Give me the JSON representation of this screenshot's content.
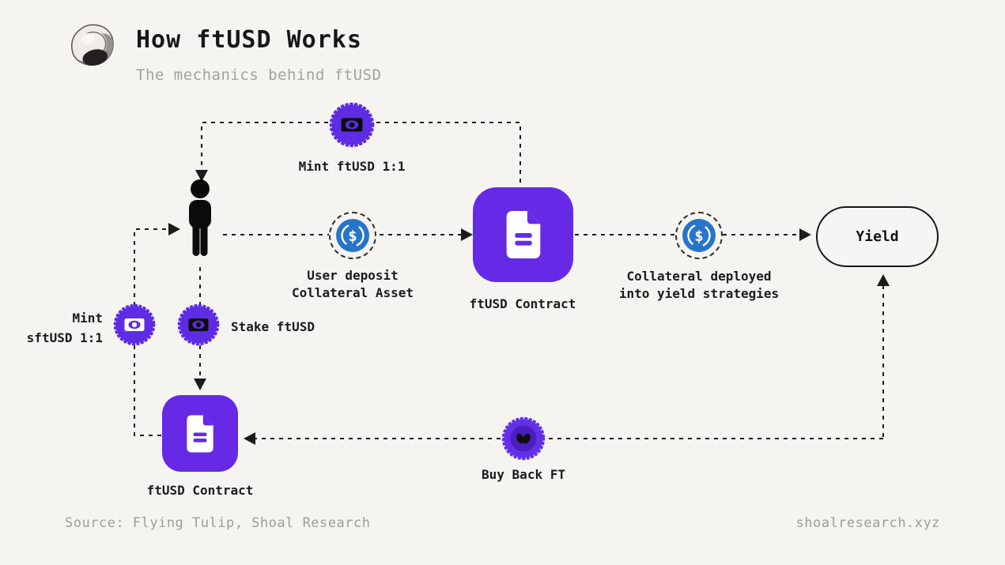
{
  "header": {
    "title": "How ftUSD Works",
    "subtitle": "The mechanics behind ftUSD",
    "logo": "shell-logo"
  },
  "footer": {
    "source": "Source: Flying Tulip, Shoal Research",
    "website": "shoalresearch.xyz"
  },
  "colors": {
    "background": "#f5f4f1",
    "contract_purple": "#662ae6",
    "stamp_purple": "#5e2ce2",
    "buyback_inner_purple": "#4a1ec0",
    "usdc_blue": "#2775ca",
    "line_black": "#1b1b1b",
    "label_black": "#1c1b1a",
    "muted_gray": "#9e9c97"
  },
  "nodes": {
    "mint_ftusd": {
      "label": "Mint ftUSD 1:1",
      "icon": "banknote-icon"
    },
    "user": {
      "icon": "person-icon"
    },
    "user_deposit": {
      "line1": "User deposit",
      "line2": "Collateral Asset",
      "icon": "usdc-coin-icon"
    },
    "ftusd_contract_top": {
      "label": "ftUSD Contract",
      "icon": "document-icon"
    },
    "collateral_deployed": {
      "line1": "Collateral deployed",
      "line2": "into yield strategies",
      "icon": "usdc-coin-icon"
    },
    "yield_box": {
      "label": "Yield"
    },
    "mint_sftusd": {
      "line1": "Mint",
      "line2": "sftUSD 1:1",
      "icon": "banknote-icon"
    },
    "stake_ftusd": {
      "label": "Stake ftUSD",
      "icon": "banknote-icon"
    },
    "ftusd_contract_bottom": {
      "label": "ftUSD Contract",
      "icon": "document-icon"
    },
    "buy_back_ft": {
      "label": "Buy Back FT",
      "icon": "tulip-butterfly-icon"
    }
  },
  "edges": [
    {
      "from": "ftusd_contract_top",
      "to": "user",
      "via": "mint_ftusd"
    },
    {
      "from": "user",
      "to": "ftusd_contract_top",
      "via": "user_deposit"
    },
    {
      "from": "ftusd_contract_top",
      "to": "yield_box",
      "via": "collateral_deployed"
    },
    {
      "from": "yield_box",
      "to": "ftusd_contract_bottom",
      "via": "buy_back_ft"
    },
    {
      "from": "user",
      "to": "ftusd_contract_bottom",
      "via": "stake_ftusd"
    },
    {
      "from": "ftusd_contract_bottom",
      "to": "user",
      "via": "mint_sftusd"
    }
  ]
}
